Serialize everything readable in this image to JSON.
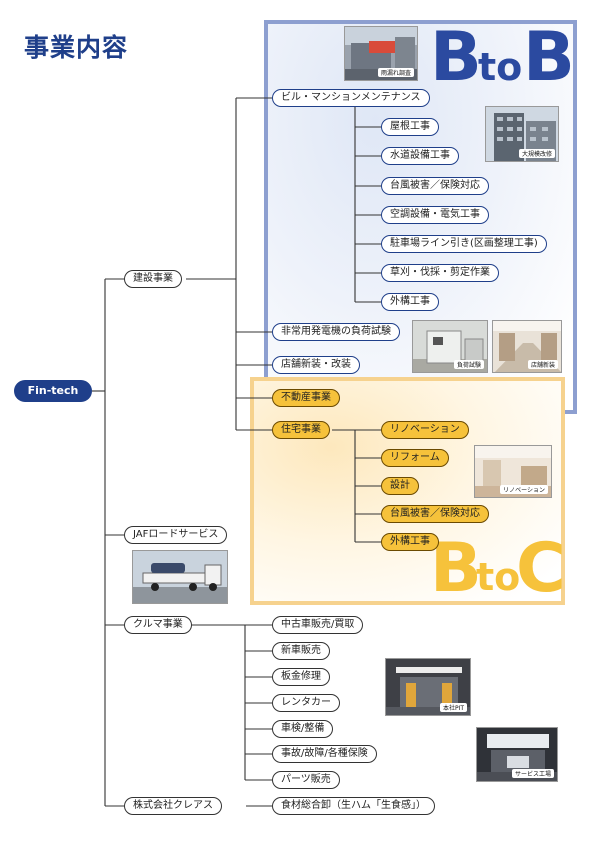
{
  "title": "事業内容",
  "root": "Fin-tech",
  "btob": {
    "b1": "B",
    "to": "to",
    "b2": "B"
  },
  "btoc": {
    "b": "B",
    "to": "to",
    "c": "C"
  },
  "construction": {
    "label": "建設事業",
    "building_maintenance": {
      "label": "ビル・マンションメンテナンス",
      "items": [
        "屋根工事",
        "水道設備工事",
        "台風被害／保険対応",
        "空調設備・電気工事",
        "駐車場ライン引き(区画整理工事)",
        "草刈・伐採・剪定作業",
        "外構工事"
      ]
    },
    "generator_test": "非常用発電機の負荷試験",
    "store_renovation": "店舗新装・改装",
    "real_estate": "不動産事業",
    "housing": {
      "label": "住宅事業",
      "items": [
        "リノベーション",
        "リフォーム",
        "設計",
        "台風被害／保険対応",
        "外構工事"
      ]
    }
  },
  "jaf": "JAFロードサービス",
  "car": {
    "label": "クルマ事業",
    "items": [
      "中古車販売/買取",
      "新車販売",
      "板金修理",
      "レンタカー",
      "車検/整備",
      "事故/故障/各種保険",
      "パーツ販売"
    ]
  },
  "clearus": {
    "label": "株式会社クレアス",
    "items": [
      "食材総合卸（生ハム「生食感」）"
    ]
  },
  "photos": {
    "rain_leak": "雨漏れ調査",
    "large_repair": "大規模改修",
    "load_test": "負荷試験",
    "store_new": "店舗新装",
    "renovation": "リノベーション",
    "head_pit": "本社PIT",
    "service_factory": "サービス工場"
  }
}
